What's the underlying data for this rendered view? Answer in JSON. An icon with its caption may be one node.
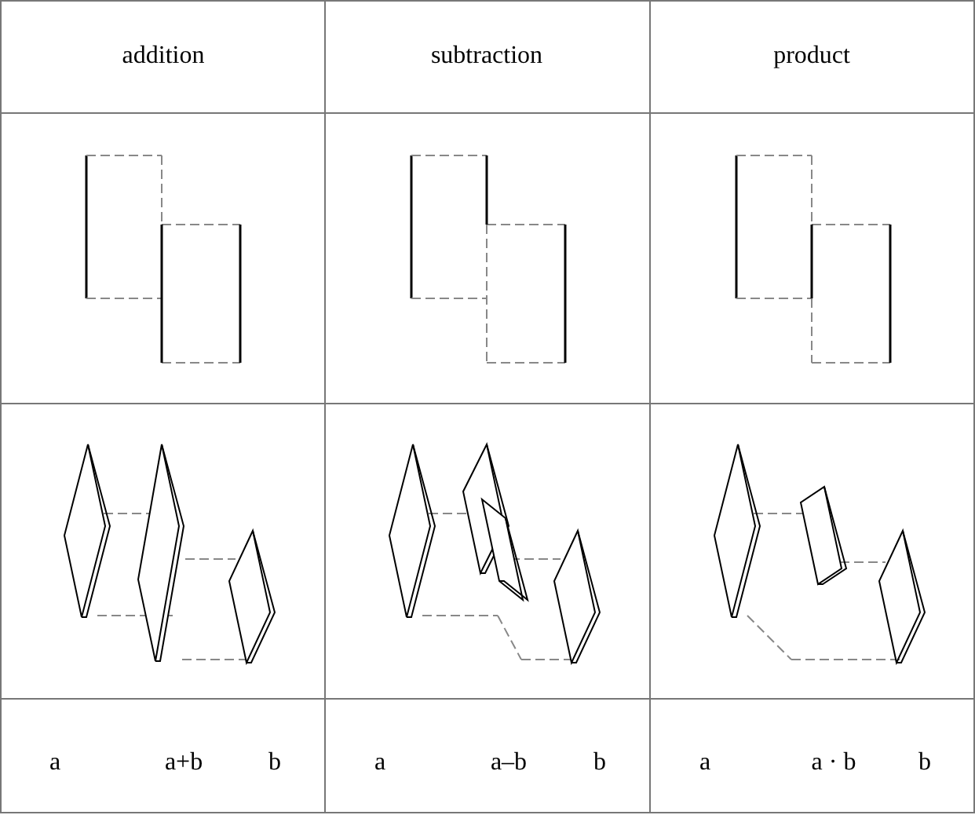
{
  "diagram": {
    "labels": [
      "addition",
      "subtraction",
      "product",
      "a",
      "a+b",
      "b",
      "a",
      "a–b",
      "b",
      "a",
      "a · b",
      "b"
    ]
  }
}
